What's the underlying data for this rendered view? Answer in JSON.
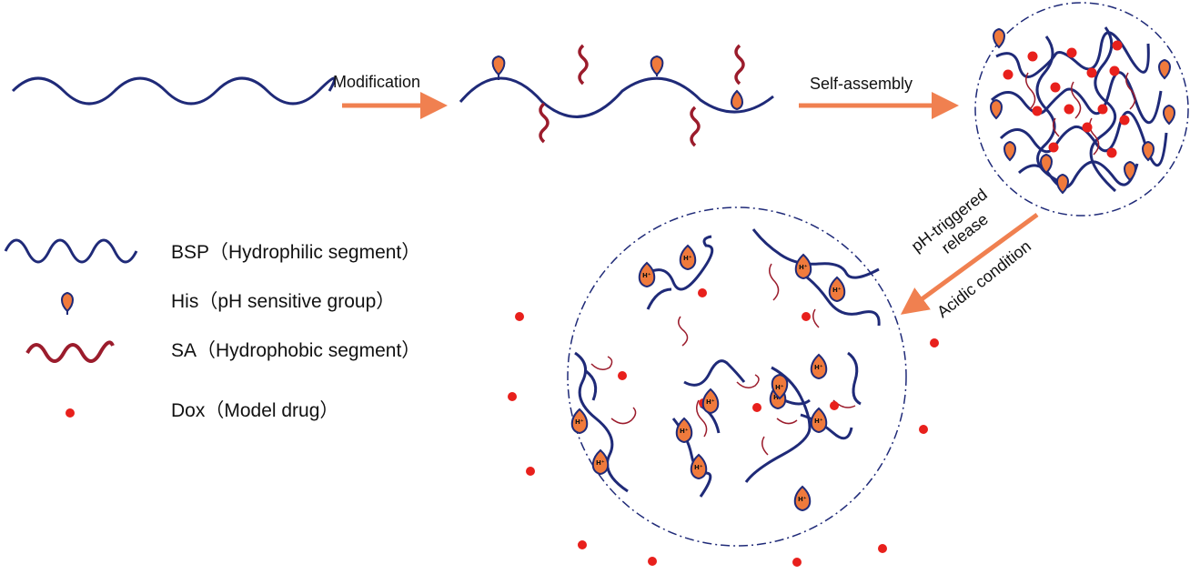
{
  "steps": {
    "modification": "Modification",
    "self_assembly": "Self-assembly",
    "ph_release_1": "pH-triggered",
    "ph_release_2": "release",
    "acidic": "Acidic condition"
  },
  "legend": [
    {
      "key": "bsp",
      "label": "BSP（Hydrophilic segment）"
    },
    {
      "key": "his",
      "label": "His（pH sensitive group）"
    },
    {
      "key": "sa",
      "label": "SA（Hydrophobic segment）"
    },
    {
      "key": "dox",
      "label": "Dox（Model drug）"
    }
  ],
  "protonated_label": "H⁺",
  "colors": {
    "bsp": "#1f2a78",
    "his_fill": "#f07a3c",
    "sa": "#9b1c2c",
    "dox": "#e8201c",
    "arrow": "#f08050",
    "circle": "#1f2a78"
  }
}
